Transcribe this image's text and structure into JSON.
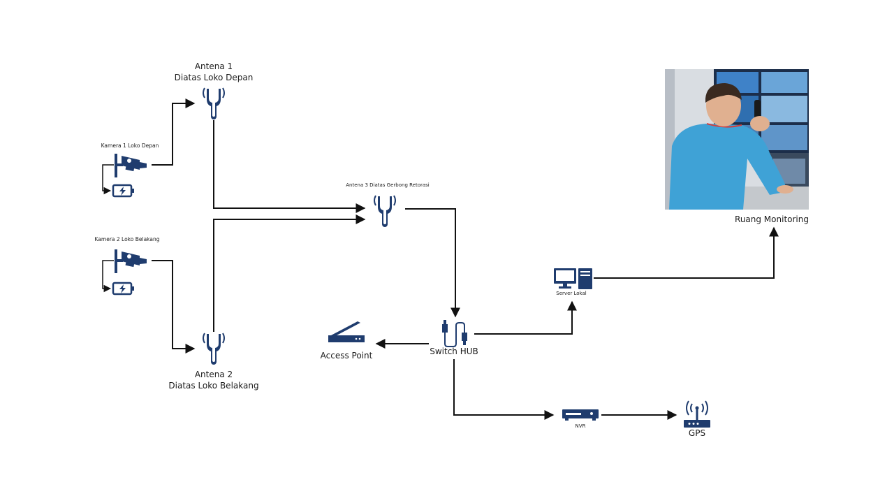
{
  "colors": {
    "icon": "#1f3c6e",
    "line": "#111111"
  },
  "nodes": {
    "antenna1": {
      "line1": "Antena 1",
      "line2": "Diatas Loko Depan",
      "icon": "antenna-icon"
    },
    "antenna2": {
      "line1": "Antena 2",
      "line2": "Diatas Loko Belakang",
      "icon": "antenna-icon"
    },
    "antenna3": {
      "label": "Antena 3 Diatas Gerbong Retorasi",
      "icon": "antenna-icon"
    },
    "camera1": {
      "label": "Kamera 1 Loko Depan",
      "icon": "cctv-camera-icon",
      "power_icon": "battery-charging-icon"
    },
    "camera2": {
      "label": "Kamera 2 Loko Belakang",
      "icon": "cctv-camera-icon",
      "power_icon": "battery-charging-icon"
    },
    "switch_hub": {
      "label": "Switch HUB",
      "icon": "ethernet-switch-icon"
    },
    "access_point": {
      "label": "Access Point",
      "icon": "access-point-icon"
    },
    "server": {
      "label": "Server Lokal",
      "icon": "desktop-computer-icon"
    },
    "nvr": {
      "label": "NVR",
      "icon": "nvr-recorder-icon"
    },
    "gps": {
      "label": "GPS",
      "icon": "gps-router-icon"
    },
    "monitoring_room": {
      "label": "Ruang Monitoring",
      "icon": "monitoring-room-photo"
    }
  }
}
